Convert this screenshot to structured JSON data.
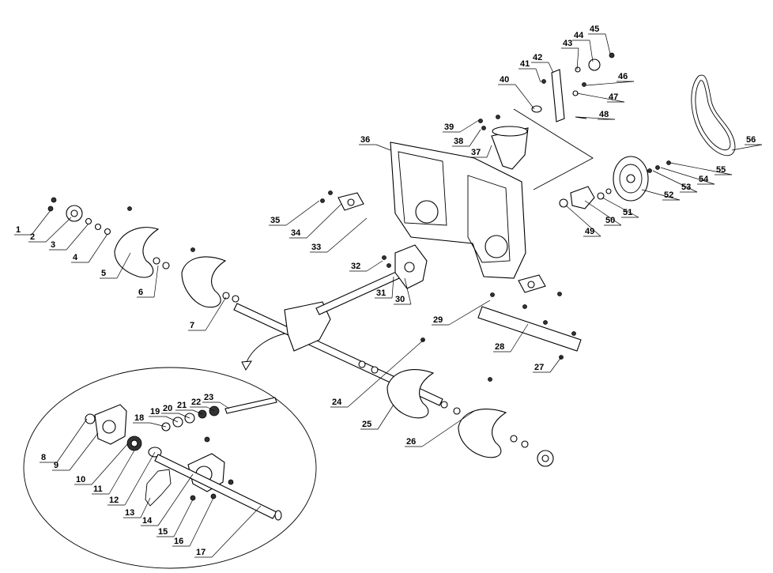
{
  "diagram": {
    "parts": [
      {
        "n": "1",
        "label": "1"
      },
      {
        "n": "2",
        "label": "2"
      },
      {
        "n": "3",
        "label": "3"
      },
      {
        "n": "4",
        "label": "4"
      },
      {
        "n": "5",
        "label": "5"
      },
      {
        "n": "6",
        "label": "6"
      },
      {
        "n": "7",
        "label": "7"
      },
      {
        "n": "8",
        "label": "8"
      },
      {
        "n": "9",
        "label": "9"
      },
      {
        "n": "10",
        "label": "10"
      },
      {
        "n": "11",
        "label": "11"
      },
      {
        "n": "12",
        "label": "12"
      },
      {
        "n": "13",
        "label": "13"
      },
      {
        "n": "14",
        "label": "14"
      },
      {
        "n": "15",
        "label": "15"
      },
      {
        "n": "16",
        "label": "16"
      },
      {
        "n": "17",
        "label": "17"
      },
      {
        "n": "18",
        "label": "18"
      },
      {
        "n": "19",
        "label": "19"
      },
      {
        "n": "20",
        "label": "20"
      },
      {
        "n": "21",
        "label": "21"
      },
      {
        "n": "22",
        "label": "22"
      },
      {
        "n": "23",
        "label": "23"
      },
      {
        "n": "24",
        "label": "24"
      },
      {
        "n": "25",
        "label": "25"
      },
      {
        "n": "26",
        "label": "26"
      },
      {
        "n": "27",
        "label": "27"
      },
      {
        "n": "28",
        "label": "28"
      },
      {
        "n": "29",
        "label": "29"
      },
      {
        "n": "30",
        "label": "30"
      },
      {
        "n": "31",
        "label": "31"
      },
      {
        "n": "32",
        "label": "32"
      },
      {
        "n": "33",
        "label": "33"
      },
      {
        "n": "34",
        "label": "34"
      },
      {
        "n": "35",
        "label": "35"
      },
      {
        "n": "36",
        "label": "36"
      },
      {
        "n": "37",
        "label": "37"
      },
      {
        "n": "38",
        "label": "38"
      },
      {
        "n": "39",
        "label": "39"
      },
      {
        "n": "40",
        "label": "40"
      },
      {
        "n": "41",
        "label": "41"
      },
      {
        "n": "42",
        "label": "42"
      },
      {
        "n": "43",
        "label": "43"
      },
      {
        "n": "44",
        "label": "44"
      },
      {
        "n": "45",
        "label": "45"
      },
      {
        "n": "46",
        "label": "46"
      },
      {
        "n": "47",
        "label": "47"
      },
      {
        "n": "48",
        "label": "48"
      },
      {
        "n": "49",
        "label": "49"
      },
      {
        "n": "50",
        "label": "50"
      },
      {
        "n": "51",
        "label": "51"
      },
      {
        "n": "52",
        "label": "52"
      },
      {
        "n": "53",
        "label": "53"
      },
      {
        "n": "54",
        "label": "54"
      },
      {
        "n": "55",
        "label": "55"
      },
      {
        "n": "56",
        "label": "56"
      }
    ]
  }
}
